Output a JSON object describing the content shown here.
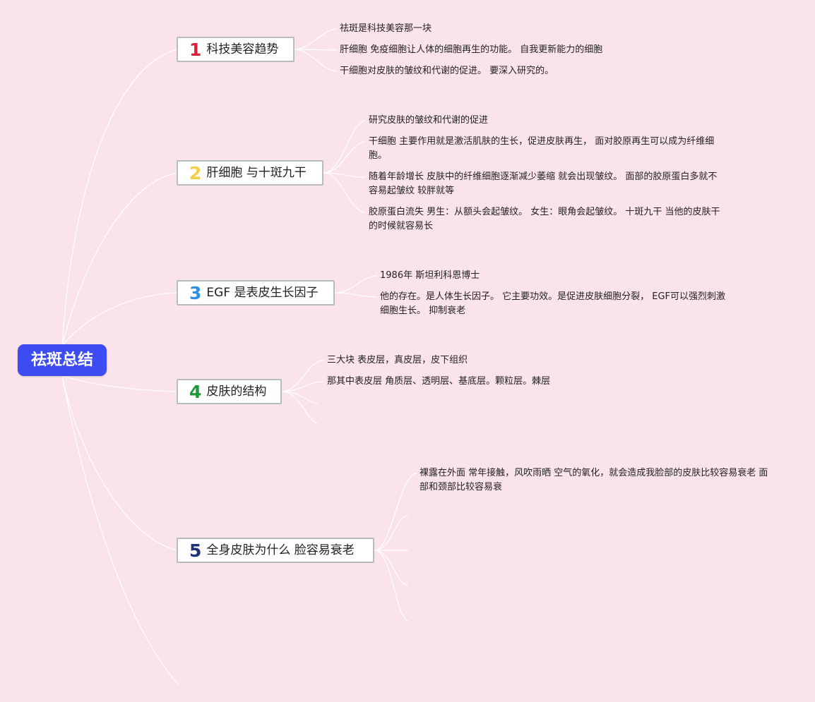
{
  "root": {
    "label": "祛斑总结"
  },
  "topics": [
    {
      "number": "1",
      "label": "科技美容趋势",
      "color": "#e0203a",
      "subitems": [
        "祛斑是科技美容那一块",
        "肝细胞 免疫细胞让人体的细胞再生的功能。 自我更新能力的细胞",
        "干细胞对皮肤的皱纹和代谢的促进。 要深入研究的。"
      ]
    },
    {
      "number": "2",
      "label": "肝细胞 与十斑九干",
      "color": "#f2cf4a",
      "subitems": [
        "研究皮肤的皱纹和代谢的促进",
        "干细胞 主要作用就是激活肌肤的生长，促进皮肤再生， 面对胶原再生可以成为纤维细胞。",
        "随着年龄增长 皮肤中的纤维细胞逐渐减少萎缩 就会出现皱纹。 面部的胶原蛋白多就不容易起皱纹 较胖就等",
        "胶原蛋白流失 男生：从额头会起皱纹。 女生：眼角会起皱纹。 十斑九干 当他的皮肤干的时候就容易长"
      ]
    },
    {
      "number": "3",
      "label": "EGF 是表皮生长因子",
      "color": "#2f8fe0",
      "subitems": [
        "1986年 斯坦利科恩博士",
        "他的存在。是人体生长因子。 它主要功效。是促进皮肤细胞分裂， EGF可以强烈刺激细胞生长。 抑制衰老"
      ]
    },
    {
      "number": "4",
      "label": "皮肤的结构",
      "color": "#1f9a3a",
      "subitems": [
        "三大块 表皮层，真皮层，皮下组织",
        "那其中表皮层 角质层、透明层、基底层。颗粒层。棘层"
      ]
    },
    {
      "number": "5",
      "label": "全身皮肤为什么 脸容易衰老",
      "color": "#1f2f7a",
      "subitems": [
        "裸露在外面 常年接触，风吹雨晒 空气的氧化，就会造成我脸部的皮肤比较容易衰老 面部和颈部比较容易衰"
      ]
    }
  ]
}
